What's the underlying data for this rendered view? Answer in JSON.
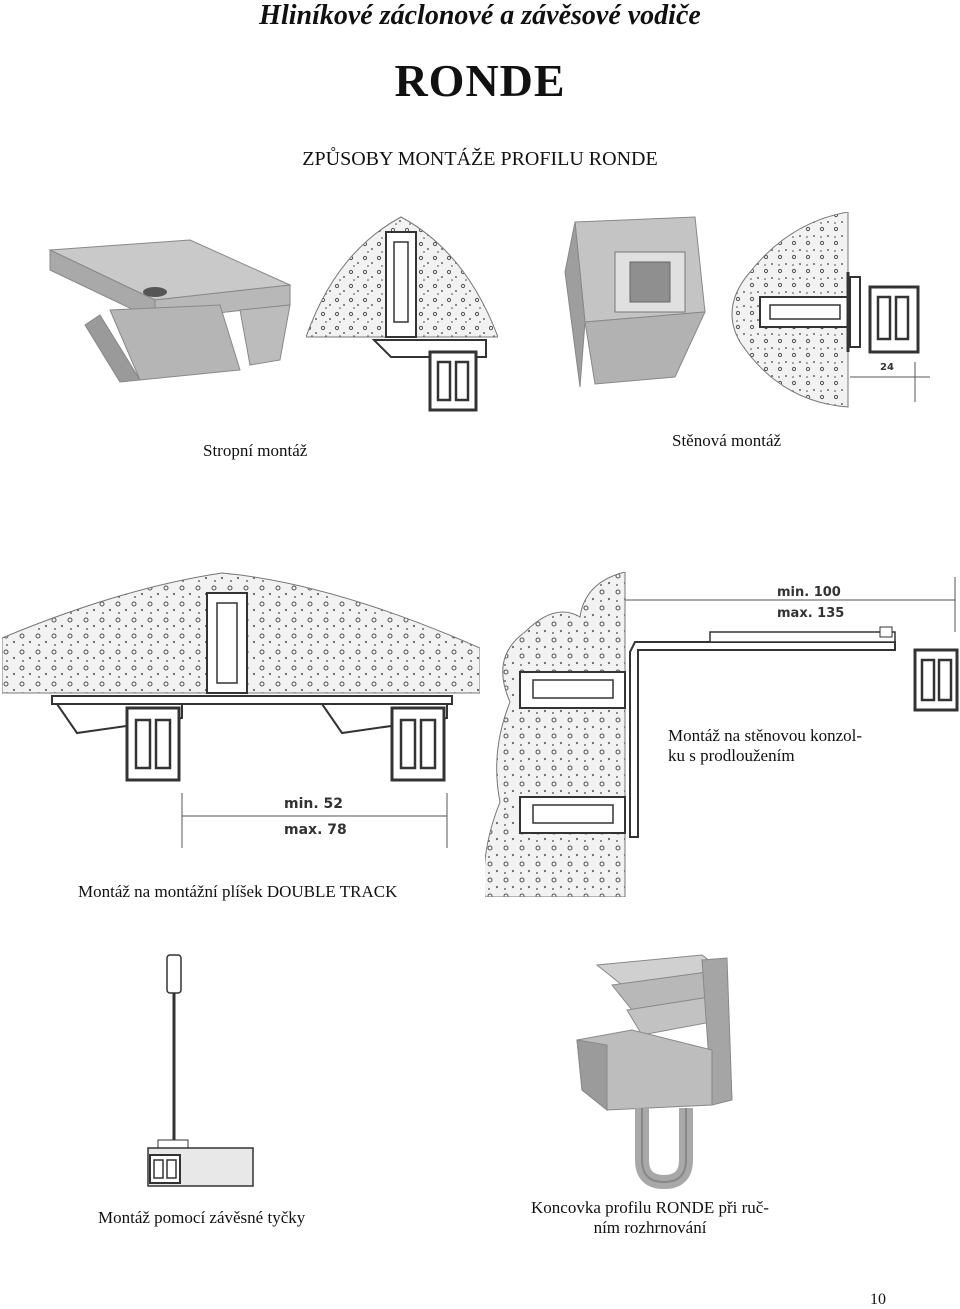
{
  "header": {
    "title": "Hliníkové záclonové a závěsové vodiče",
    "product": "RONDE",
    "subtitle": "ZPŮSOBY MONTÁŽE PROFILU RONDE"
  },
  "figures": {
    "ceiling": {
      "caption": "Stropní montáž"
    },
    "wall": {
      "caption": "Stěnová montáž",
      "dimension": "24"
    },
    "double_track": {
      "caption": "Montáž na montážní plíšek DOUBLE TRACK",
      "min": "min. 52",
      "max": "max. 78"
    },
    "wall_bracket": {
      "caption_line1": "Montáž na  stěnovou konzol-",
      "caption_line2": "ku s prodloužením",
      "min": "min. 100",
      "max": "max. 135"
    },
    "rod": {
      "caption": "Montáž pomocí závěsné tyčky"
    },
    "endcap": {
      "caption_line1": "Koncovka profilu RONDE  při  ruč-",
      "caption_line2": "ním rozhrnování"
    }
  },
  "footer": {
    "page_number": "10"
  }
}
